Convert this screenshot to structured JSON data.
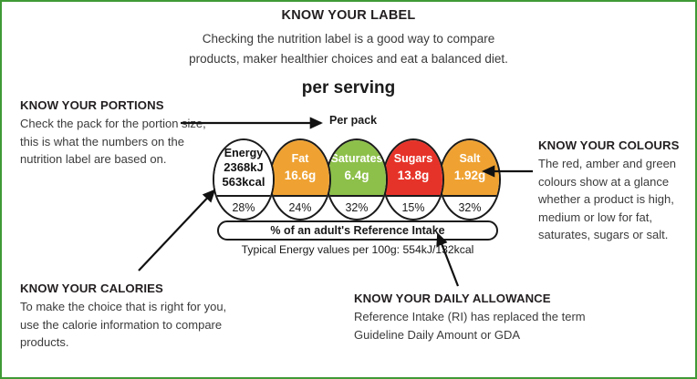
{
  "frame": {
    "border_color": "#3f9a36"
  },
  "header": {
    "title": "KNOW YOUR LABEL",
    "sub_line1": "Checking the nutrition label is a good way to compare",
    "sub_line2": "products, maker healthier choices and eat a balanced diet.",
    "per_serving": "per serving"
  },
  "per_pack": {
    "label": "Per pack"
  },
  "annotations": {
    "portions": {
      "heading": "KNOW YOUR PORTIONS",
      "body": "Check the pack for the portion size, this is what the numbers on the nutrition label are based on."
    },
    "colours": {
      "heading": "KNOW YOUR COLOURS",
      "body": "The red, amber and green colours show at a glance whether a product is high, medium or low for fat, saturates, sugars or salt."
    },
    "calories": {
      "heading": "KNOW YOUR CALORIES",
      "body": "To make the choice that is right for you, use the calorie information to compare products."
    },
    "daily_allowance": {
      "heading": "KNOW YOUR DAILY ALLOWANCE",
      "body": "Reference Intake (RI) has replaced the term Guideline Daily Amount or GDA"
    }
  },
  "label": {
    "ri_bar_text": "% of an adult's Reference Intake",
    "typical_values": "Typical Energy values per 100g: 554kJ/132kcal",
    "nutrients": [
      {
        "name": "Energy",
        "value": "2368kJ",
        "value2": "563kcal",
        "percent": "28%",
        "color": "#ffffff",
        "text_color": "#111111",
        "level": "none"
      },
      {
        "name": "Fat",
        "value": "16.6g",
        "value2": "",
        "percent": "24%",
        "color": "#efa232",
        "text_color": "#ffffff",
        "level": "medium"
      },
      {
        "name": "Saturates",
        "value": "6.4g",
        "value2": "",
        "percent": "32%",
        "color": "#8dc04a",
        "text_color": "#ffffff",
        "level": "low"
      },
      {
        "name": "Sugars",
        "value": "13.8g",
        "value2": "",
        "percent": "15%",
        "color": "#e63329",
        "text_color": "#ffffff",
        "level": "high"
      },
      {
        "name": "Salt",
        "value": "1.92g",
        "value2": "",
        "percent": "32%",
        "color": "#efa232",
        "text_color": "#ffffff",
        "level": "medium"
      }
    ]
  },
  "colors": {
    "red": "#e63329",
    "amber": "#efa232",
    "green": "#8dc04a",
    "outline": "#1a1a1a",
    "frame_green": "#3f9a36"
  }
}
